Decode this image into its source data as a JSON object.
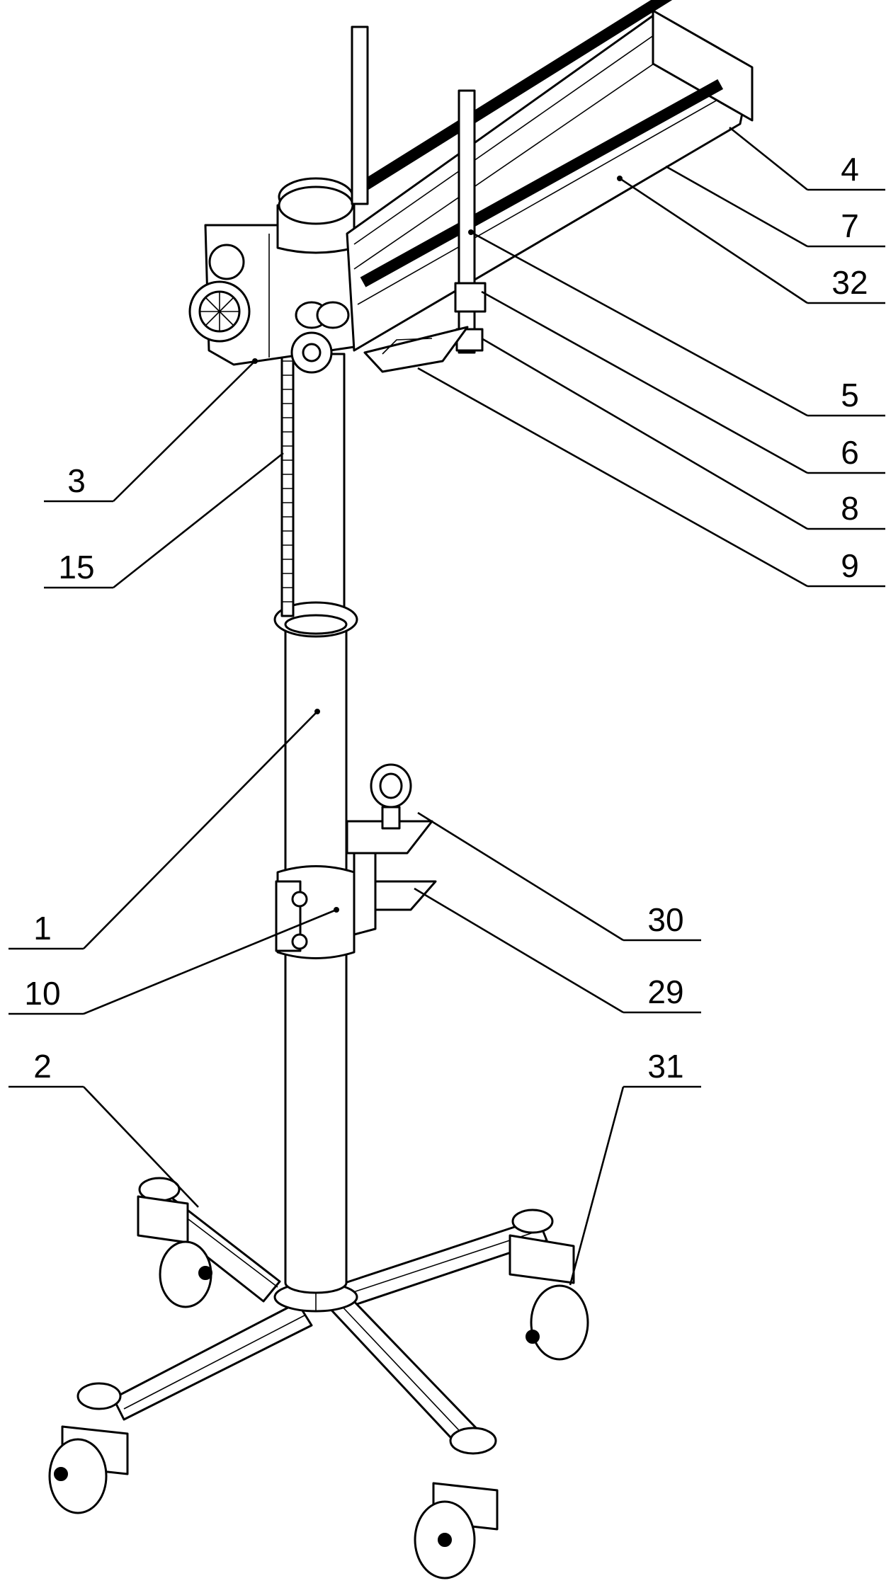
{
  "labels": {
    "p4": "4",
    "p7": "7",
    "p32": "32",
    "p5": "5",
    "p6": "6",
    "p8": "8",
    "p9": "9",
    "p3": "3",
    "p15": "15",
    "p1": "1",
    "p10": "10",
    "p30": "30",
    "p29": "29",
    "p2": "2",
    "p31": "31"
  }
}
